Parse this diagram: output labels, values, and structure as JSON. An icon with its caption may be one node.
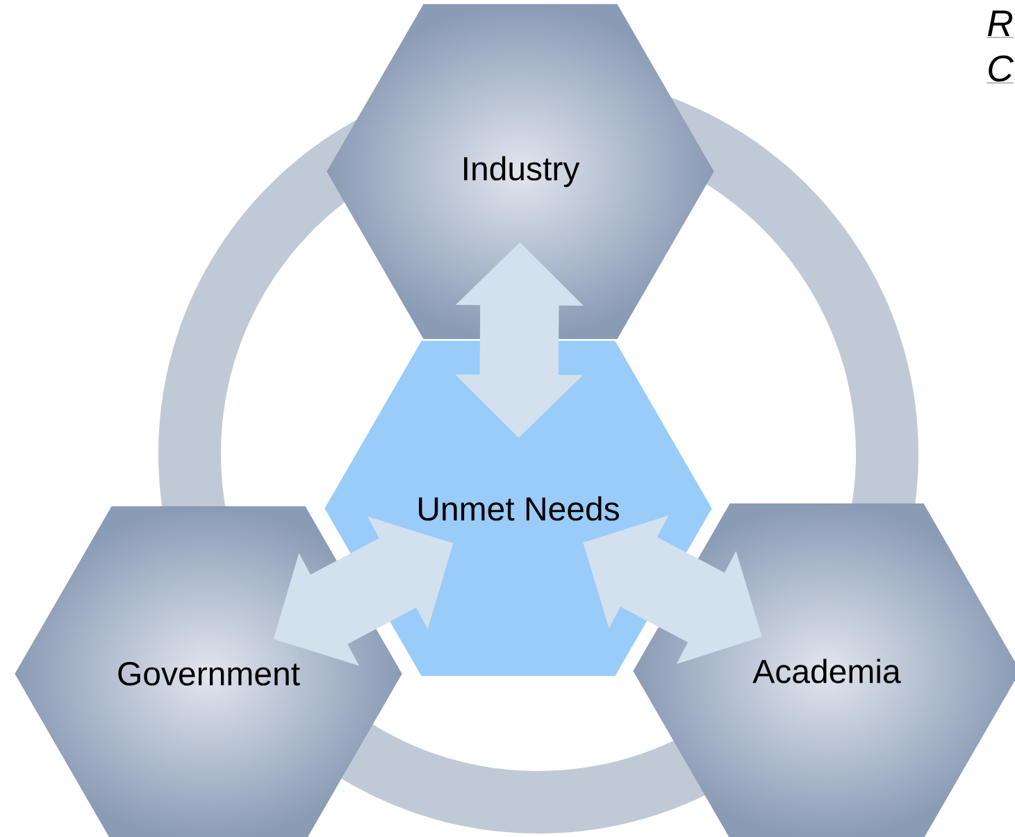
{
  "diagram": {
    "nodes": [
      {
        "text": [
          "Industry"
        ]
      },
      {
        "text": [
          "Unmet Needs"
        ]
      },
      {
        "text": [
          "Government"
        ]
      },
      {
        "text": [
          "Academia"
        ]
      }
    ],
    "edges": [
      {
        "from": 0,
        "to": 1,
        "arrow": "both"
      },
      {
        "from": 1,
        "to": 2,
        "arrow": "both"
      },
      {
        "from": 1,
        "to": 3,
        "arrow": "both"
      }
    ],
    "labels": [
      "R",
      "C"
    ]
  }
}
